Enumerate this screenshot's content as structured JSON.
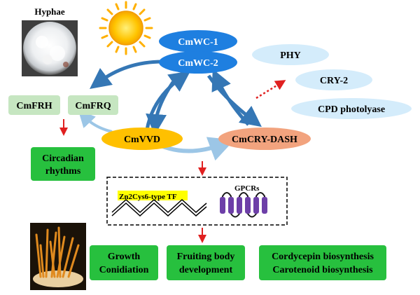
{
  "hyphae_label": "Hyphae",
  "photoreceptors": {
    "wc1": "CmWC-1",
    "wc2": "CmWC-2",
    "vvd": "CmVVD",
    "cry_dash": "CmCRY-DASH"
  },
  "other_receptors": {
    "phy": "PHY",
    "cry2": "CRY-2",
    "cpd": "CPD photolyase"
  },
  "frq_genes": {
    "frh": "CmFRH",
    "frq": "CmFRQ"
  },
  "circadian": {
    "line1": "Circadian",
    "line2": "rhythms"
  },
  "regulators": {
    "tf": "Zn2Cys6-type TF",
    "gpcr": "GPCRs"
  },
  "outputs": {
    "growth_line1": "Growth",
    "growth_line2": "Conidiation",
    "fruit_line1": "Fruiting body",
    "fruit_line2": "development",
    "bio_line1": "Cordycepin biosynthesis",
    "bio_line2": "Carotenoid biosynthesis"
  },
  "colors": {
    "wc_blue": "#1e7fe0",
    "light_blue": "#d4ecfb",
    "vvd_yellow": "#ffc000",
    "cry_salmon": "#f2a37e",
    "frq_green": "#c6e6c1",
    "output_green": "#27c03e",
    "arrow_blue": "#3577b5",
    "arrow_red": "#e02020"
  }
}
